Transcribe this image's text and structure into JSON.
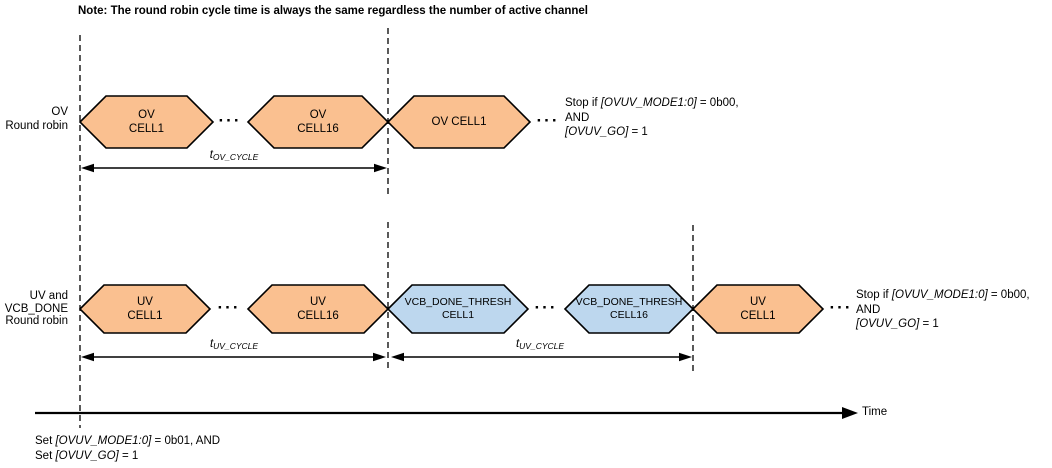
{
  "note": "Note: The round robin cycle time is always the same regardless the number of active channel",
  "colors": {
    "cell_orange": "#FAC090",
    "cell_blue": "#BDD7EE"
  },
  "dots": "···",
  "ov_row": {
    "label": "OV\nRound robin",
    "cell1": "OV\nCELL1",
    "cell16": "OV\nCELL16",
    "cell1_repeat": "OV CELL1",
    "cycle": {
      "t": "t",
      "sub": "OV_CYCLE"
    },
    "stop": {
      "l1a": "Stop if ",
      "l1b": "[OVUV_MODE1:0]",
      "l1c": " = 0b00,",
      "l2": "AND",
      "l3a": "[OVUV_GO]",
      "l3b": " = 1"
    }
  },
  "uv_row": {
    "label": "UV and\nVCB_DONE\nRound robin",
    "cell1": "UV\nCELL1",
    "cell16": "UV\nCELL16",
    "vcb1": "VCB_DONE_THRESH\nCELL1",
    "vcb16": "VCB_DONE_THRESH\nCELL16",
    "cell1_repeat": "UV\nCELL1",
    "cycle1": {
      "t": "t",
      "sub": "UV_CYCLE"
    },
    "cycle2": {
      "t": "t",
      "sub": "UV_CYCLE"
    },
    "stop": {
      "l1a": "Stop if ",
      "l1b": "[OVUV_MODE1:0]",
      "l1c": " = 0b00,",
      "l2": "AND",
      "l3a": "[OVUV_GO]",
      "l3b": " = 1"
    }
  },
  "start": {
    "l1a": "Set ",
    "l1b": "[OVUV_MODE1:0]",
    "l1c": " = 0b01, AND",
    "l2a": "Set ",
    "l2b": "[OVUV_GO]",
    "l2c": " = 1"
  },
  "time_axis": {
    "label": "Time"
  }
}
